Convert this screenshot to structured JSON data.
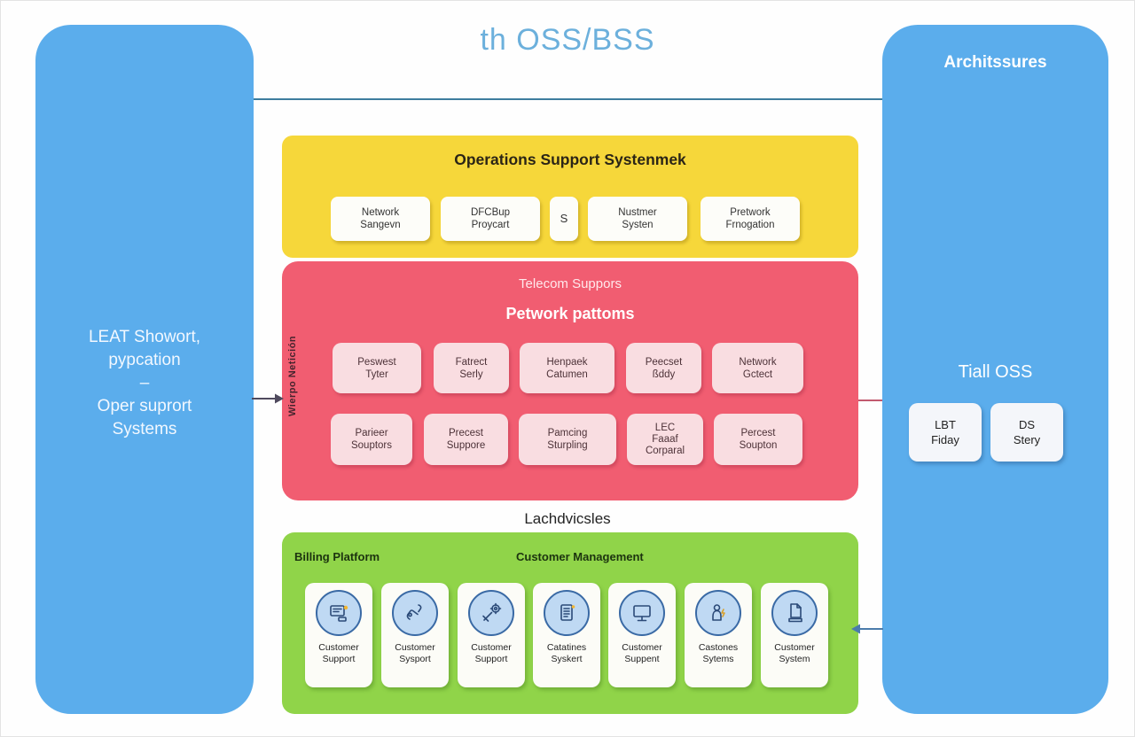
{
  "title": "th OSS/BSS",
  "colors": {
    "panel_blue": "#5badec",
    "title_blue": "#6cb0dc",
    "oss_yellow": "#f6d73a",
    "telecom_red": "#f15d71",
    "telecom_card_pink": "#f9dde1",
    "bss_green": "#90d449",
    "connector_teal": "#3d7d9e",
    "connector_red": "#c25a6e",
    "arrow_dark": "#4f4a5e",
    "arrow_blue": "#4b7cab"
  },
  "left_panel": {
    "text": "LEAT Showort,\npypcation\n–\nOper suprort\nSystems"
  },
  "right_panel": {
    "header": "Architssures",
    "subheader": "Tiall OSS",
    "box1": "LBT\nFiday",
    "box2": "DS\nStery"
  },
  "oss_section": {
    "title": "Operations Support Systenmek",
    "items": [
      "Network\nSangevn",
      "DFCBup\nProycart",
      "S",
      "Nustmer\nSysten",
      "Pretwork\nFrnogation"
    ]
  },
  "telecom_section": {
    "title": "Telecom Suppors",
    "subtitle": "Petwork pattoms",
    "side_label": "Wierpo Netición",
    "row1": [
      "Peswest\nTyter",
      "Fatrect\nSerly",
      "Henpaek\nCatumen",
      "Peecset\nßddy",
      "Network\nGctect"
    ],
    "row2": [
      "Parieer\nSouptors",
      "Precest\nSuppore",
      "Pamcing\nSturpling",
      "LEC\nFaaaf\nCorparal",
      "Percest\nSoupton"
    ]
  },
  "divider_label": "Lachdvicsles",
  "bss_section": {
    "label_left": "Billing Platform",
    "label_right": "Customer Management",
    "cards": [
      {
        "label": "Customer\nSupport",
        "icon": "monitor-chat-icon"
      },
      {
        "label": "Customer\nSysport",
        "icon": "phone-hand-icon"
      },
      {
        "label": "Customer\nSupport",
        "icon": "wrench-gear-icon"
      },
      {
        "label": "Catatines\nSyskert",
        "icon": "document-sparkle-icon"
      },
      {
        "label": "Customer\nSuppent",
        "icon": "monitor-icon"
      },
      {
        "label": "Castones\nSytems",
        "icon": "person-bolt-icon"
      },
      {
        "label": "Customer\nSystem",
        "icon": "document-print-icon"
      }
    ]
  }
}
